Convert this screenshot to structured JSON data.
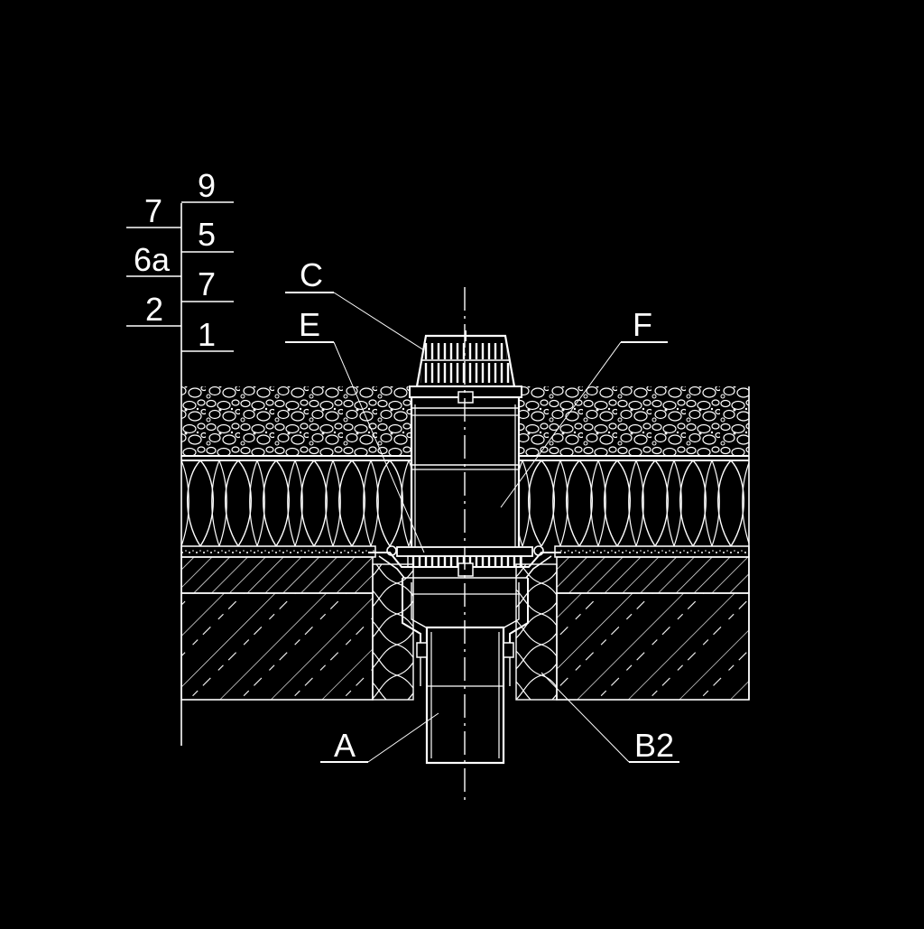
{
  "drawing": {
    "background_color": "#000000",
    "line_color": "#ffffff",
    "layer_scale": {
      "right_column": [
        "9",
        "5",
        "7",
        "1"
      ],
      "left_column": [
        "7",
        "6a",
        "2"
      ]
    },
    "callouts": {
      "C": "C",
      "E": "E",
      "F": "F",
      "A": "A",
      "B2": "B2"
    }
  }
}
